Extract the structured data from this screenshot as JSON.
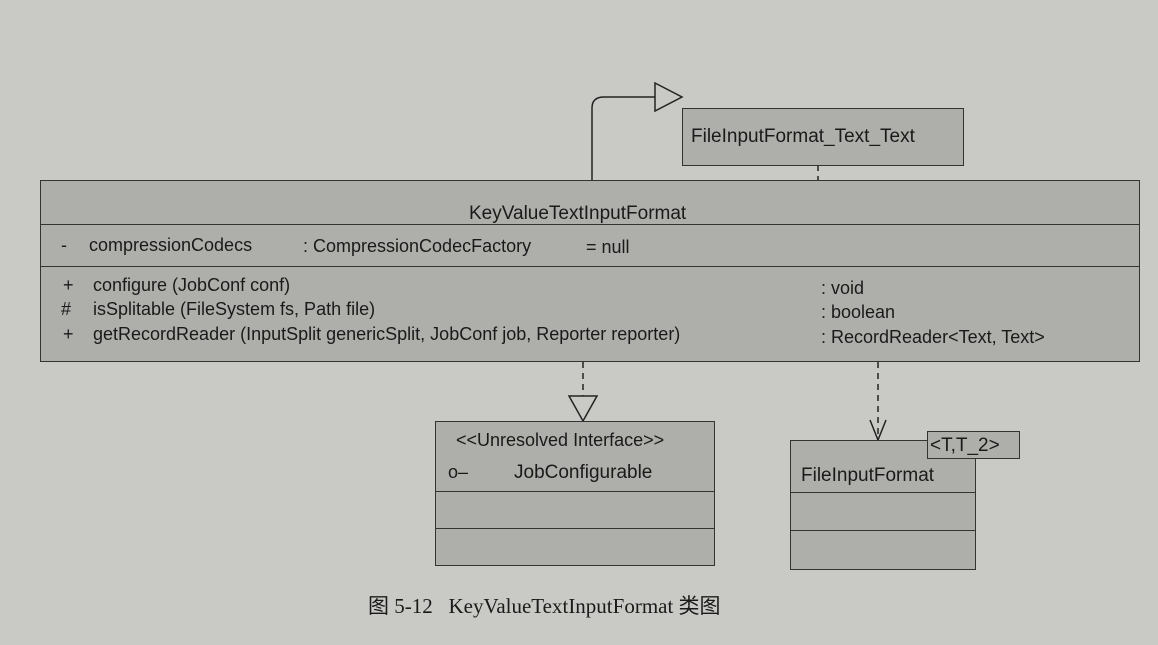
{
  "diagram": {
    "parent_class": {
      "name": "FileInputFormat_Text_Text"
    },
    "main_class": {
      "name": "KeyValueTextInputFormat",
      "attributes": [
        {
          "visibility": "-",
          "name": "compressionCodecs",
          "type": ": CompressionCodecFactory",
          "default": "= null"
        }
      ],
      "methods": [
        {
          "visibility": "+",
          "signature": "configure (JobConf conf)",
          "return": ": void"
        },
        {
          "visibility": "#",
          "signature": "isSplitable (FileSystem fs, Path file)",
          "return": ": boolean"
        },
        {
          "visibility": "+",
          "signature": "getRecordReader (InputSplit genericSplit, JobConf job, Reporter reporter)",
          "return": ": RecordReader<Text, Text>"
        }
      ]
    },
    "interface": {
      "stereotype": "<<Unresolved Interface>>",
      "icon": "lollipop-interface-icon",
      "name": "JobConfigurable"
    },
    "generic_class": {
      "name": "FileInputFormat",
      "template": "<T,T_2>"
    }
  },
  "caption": {
    "number": "图 5-12",
    "text": "KeyValueTextInputFormat 类图"
  }
}
